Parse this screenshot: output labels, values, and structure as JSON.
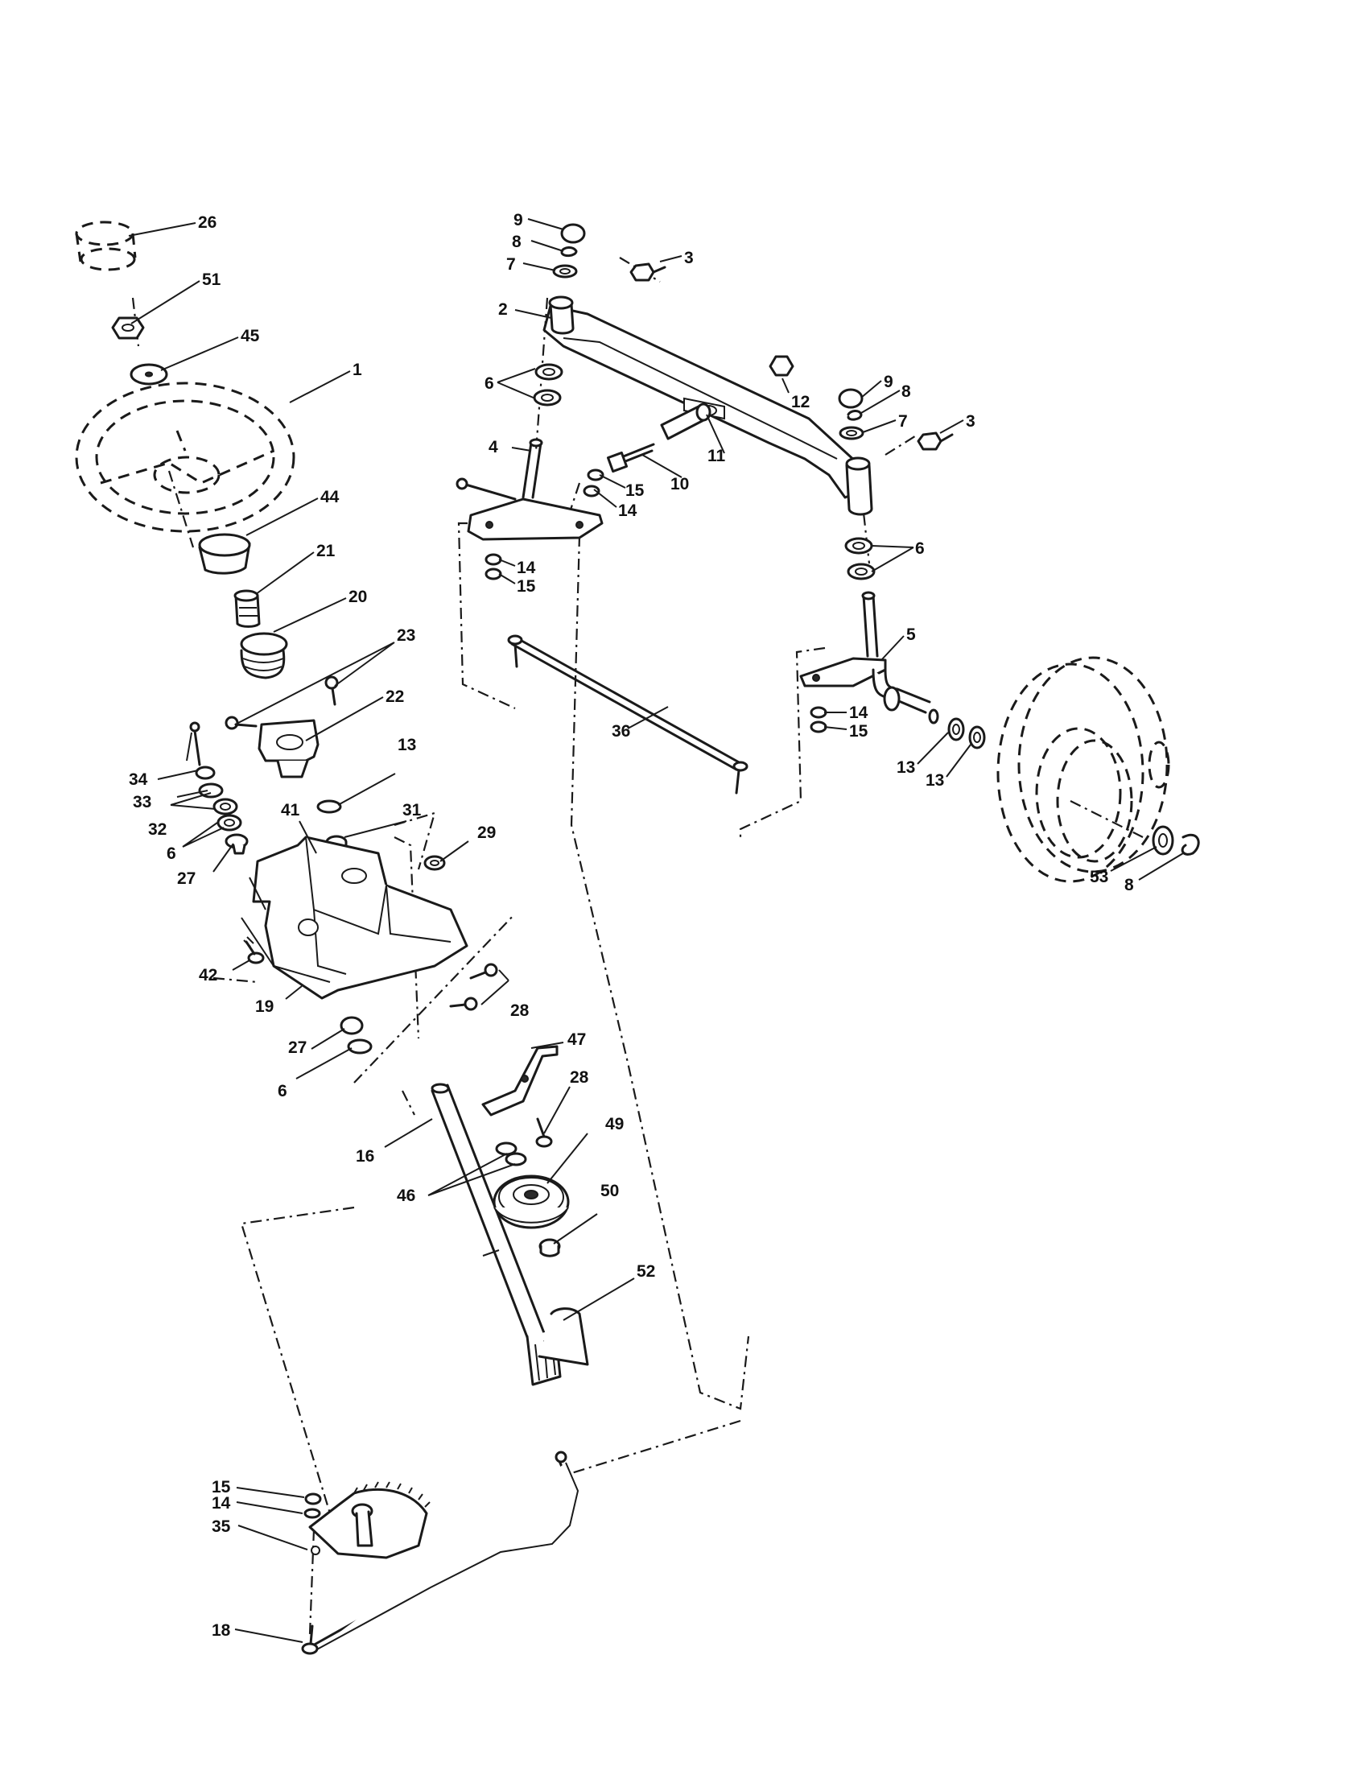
{
  "diagram": {
    "callouts": [
      {
        "id": "c26",
        "label": "26"
      },
      {
        "id": "c51",
        "label": "51"
      },
      {
        "id": "c45",
        "label": "45"
      },
      {
        "id": "c1",
        "label": "1"
      },
      {
        "id": "c44",
        "label": "44"
      },
      {
        "id": "c21",
        "label": "21"
      },
      {
        "id": "c20",
        "label": "20"
      },
      {
        "id": "c23",
        "label": "23"
      },
      {
        "id": "c22",
        "label": "22"
      },
      {
        "id": "c34",
        "label": "34"
      },
      {
        "id": "c33",
        "label": "33"
      },
      {
        "id": "c32",
        "label": "32"
      },
      {
        "id": "c6a",
        "label": "6"
      },
      {
        "id": "c27a",
        "label": "27"
      },
      {
        "id": "c13a",
        "label": "13"
      },
      {
        "id": "c41",
        "label": "41"
      },
      {
        "id": "c31",
        "label": "31"
      },
      {
        "id": "c29",
        "label": "29"
      },
      {
        "id": "c42",
        "label": "42"
      },
      {
        "id": "c19",
        "label": "19"
      },
      {
        "id": "c28a",
        "label": "28"
      },
      {
        "id": "c27b",
        "label": "27"
      },
      {
        "id": "c6b",
        "label": "6"
      },
      {
        "id": "c47",
        "label": "47"
      },
      {
        "id": "c28b",
        "label": "28"
      },
      {
        "id": "c49",
        "label": "49"
      },
      {
        "id": "c16",
        "label": "16"
      },
      {
        "id": "c46",
        "label": "46"
      },
      {
        "id": "c50",
        "label": "50"
      },
      {
        "id": "c52",
        "label": "52"
      },
      {
        "id": "c15a",
        "label": "15"
      },
      {
        "id": "c14a",
        "label": "14"
      },
      {
        "id": "c35",
        "label": "35"
      },
      {
        "id": "c18",
        "label": "18"
      },
      {
        "id": "c9a",
        "label": "9"
      },
      {
        "id": "c8a",
        "label": "8"
      },
      {
        "id": "c7a",
        "label": "7"
      },
      {
        "id": "c3a",
        "label": "3"
      },
      {
        "id": "c2",
        "label": "2"
      },
      {
        "id": "c6c",
        "label": "6"
      },
      {
        "id": "c12",
        "label": "12"
      },
      {
        "id": "c9b",
        "label": "9"
      },
      {
        "id": "c8b",
        "label": "8"
      },
      {
        "id": "c7b",
        "label": "7"
      },
      {
        "id": "c3b",
        "label": "3"
      },
      {
        "id": "c4",
        "label": "4"
      },
      {
        "id": "c11",
        "label": "11"
      },
      {
        "id": "c10",
        "label": "10"
      },
      {
        "id": "c15b",
        "label": "15"
      },
      {
        "id": "c14b",
        "label": "14"
      },
      {
        "id": "c14c",
        "label": "14"
      },
      {
        "id": "c15c",
        "label": "15"
      },
      {
        "id": "c6d",
        "label": "6"
      },
      {
        "id": "c5",
        "label": "5"
      },
      {
        "id": "c36",
        "label": "36"
      },
      {
        "id": "c14d",
        "label": "14"
      },
      {
        "id": "c15d",
        "label": "15"
      },
      {
        "id": "c13b",
        "label": "13"
      },
      {
        "id": "c13c",
        "label": "13"
      },
      {
        "id": "c53",
        "label": "53"
      },
      {
        "id": "c8c",
        "label": "8"
      }
    ]
  }
}
